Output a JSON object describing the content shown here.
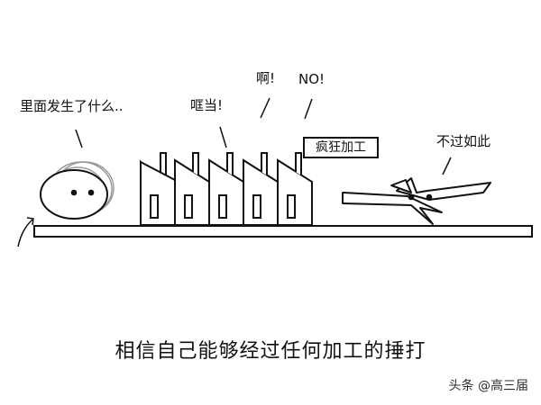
{
  "comic": {
    "speech_what_happened": "里面发生了什么..",
    "speech_bang": "哐当!",
    "speech_ah": "啊!",
    "speech_no": "NO!",
    "factory_sign": "疯狂加工",
    "speech_just_this": "不过如此",
    "caption": "相信自己能够经过任何加工的捶打"
  },
  "watermark": {
    "text": "头条 @高三届"
  },
  "colors": {
    "ink": "#111111",
    "blob_fill": "#ffffff",
    "motion_lines": "#9a9a9a",
    "background": "#ffffff"
  }
}
